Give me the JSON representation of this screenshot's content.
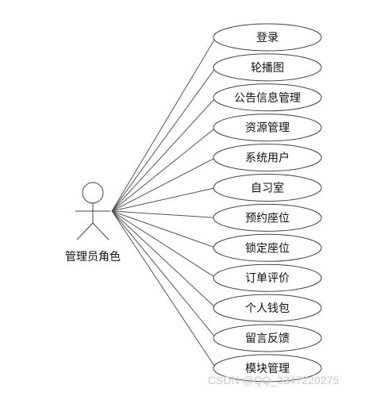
{
  "actor": {
    "label": "管理员角色"
  },
  "use_cases": [
    "登录",
    "轮播图",
    "公告信息管理",
    "资源管理",
    "系统用户",
    "自习室",
    "预约座位",
    "锁定座位",
    "订单评价",
    "个人钱包",
    "留言反馈",
    "模块管理"
  ],
  "watermark": "CSDN @QQ_3347220275"
}
